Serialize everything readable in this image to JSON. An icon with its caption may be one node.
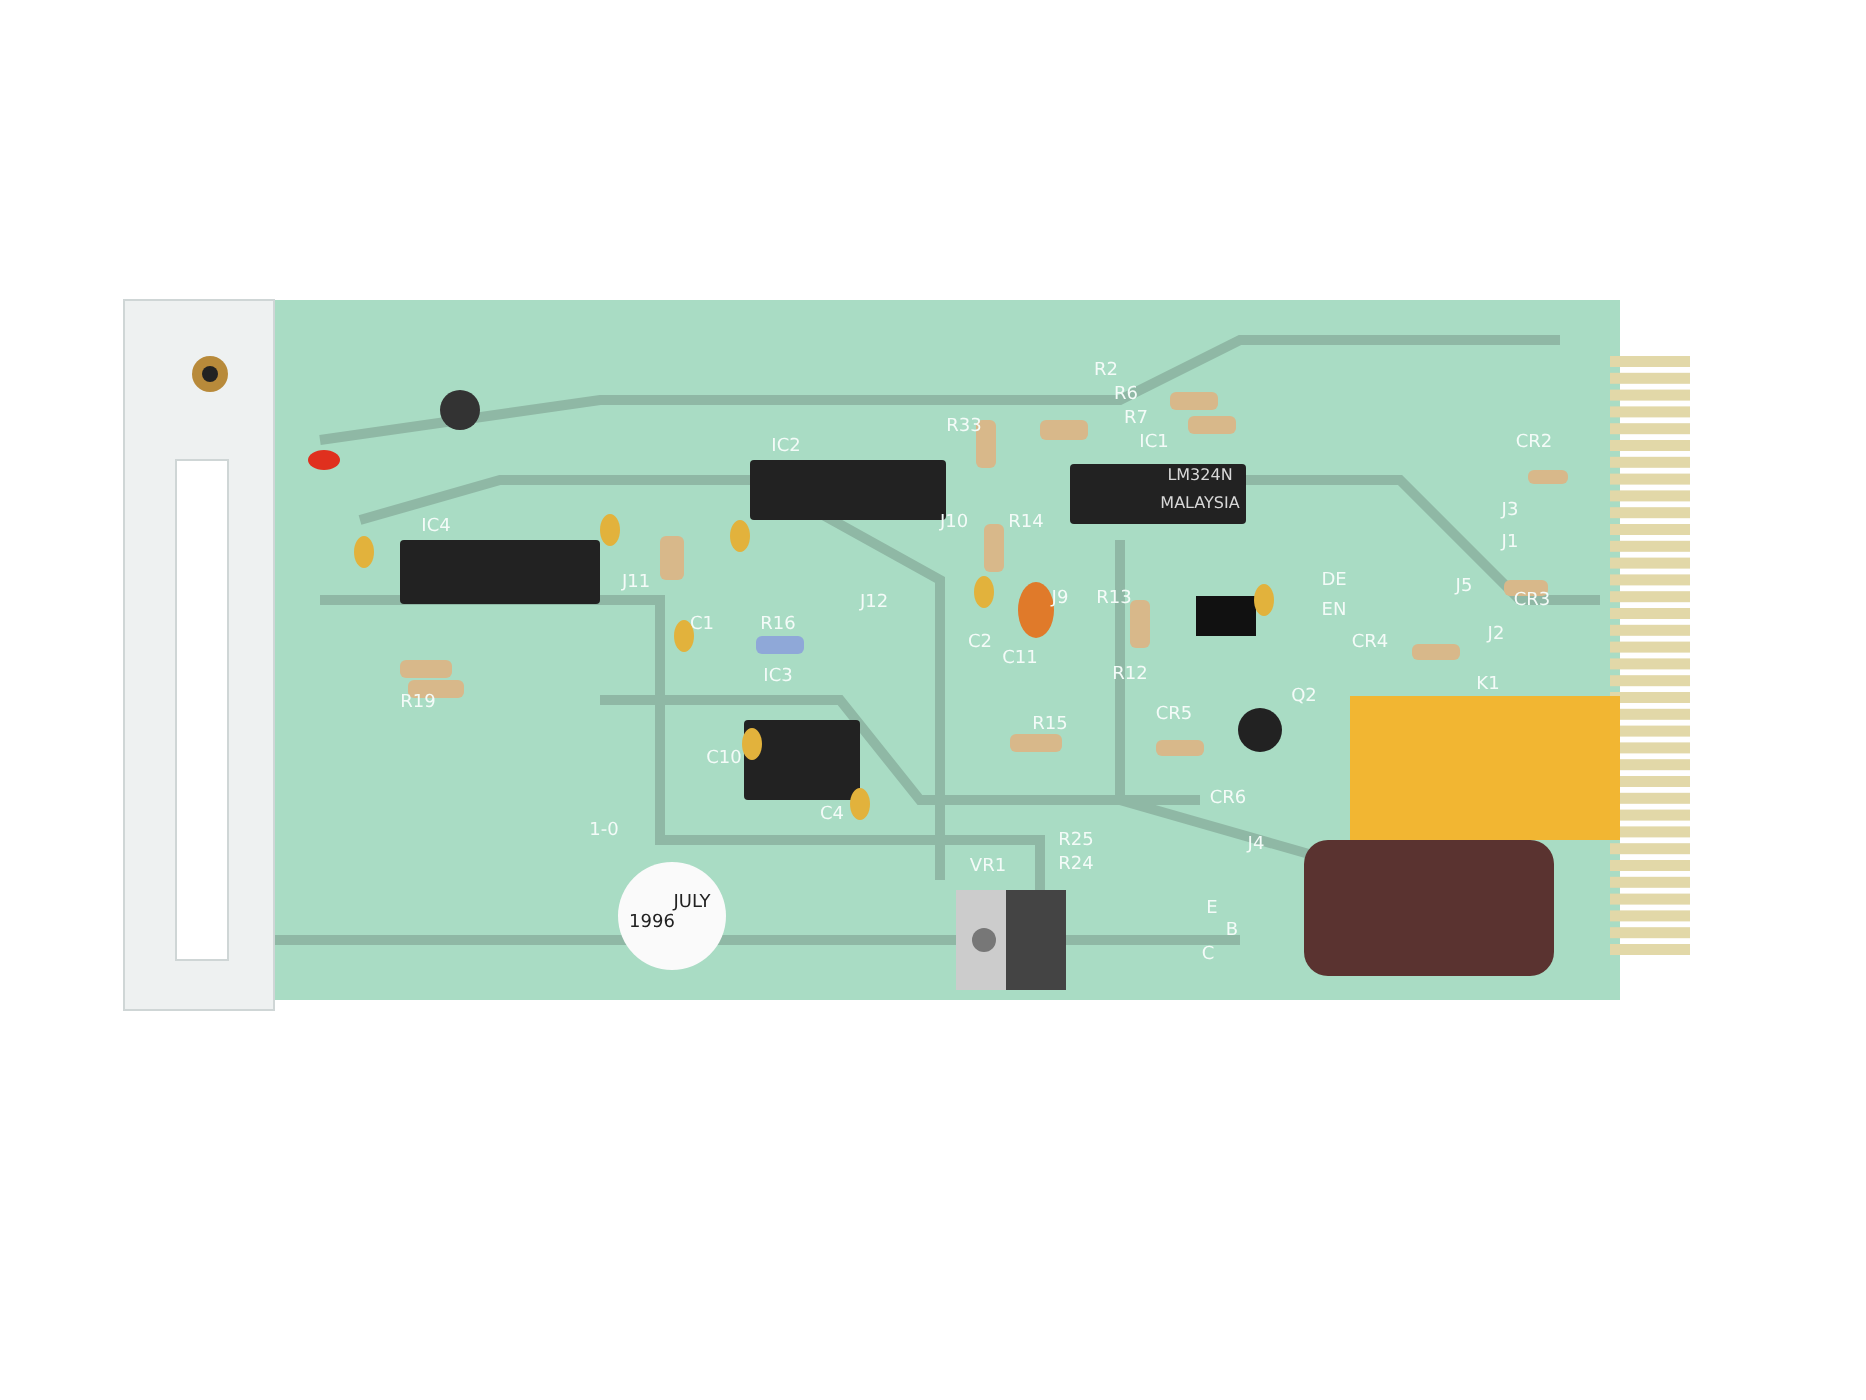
{
  "diagram": {
    "labels": [
      "IC4",
      "IC2",
      "IC1",
      "LM324N",
      "MALAYSIA",
      "R33",
      "R2",
      "R6",
      "R7",
      "R14",
      "J10",
      "J11",
      "J12",
      "C1",
      "R16",
      "IC3",
      "C10",
      "C4",
      "R19",
      "1-0",
      "C2",
      "C11",
      "J9",
      "R13",
      "R12",
      "DE",
      "EN",
      "CR2",
      "J3",
      "J1",
      "CR3",
      "J5",
      "CR4",
      "J2",
      "K1",
      "Q2",
      "CR5",
      "R15",
      "CR6",
      "R25",
      "R24",
      "J4",
      "VR1",
      "E",
      "B",
      "C",
      "JULY",
      "1996"
    ]
  }
}
